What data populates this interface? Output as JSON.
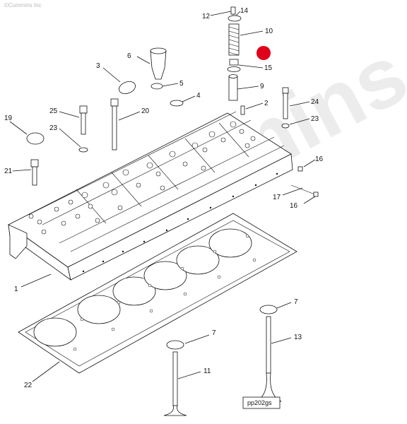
{
  "watermark": "©Cummins Inc",
  "big_watermark": "Cummins",
  "figure_code": "pp202gs",
  "accent_dot": "#e0001b",
  "callouts": {
    "c1": "1",
    "c2": "2",
    "c3": "3",
    "c4": "4",
    "c5": "5",
    "c6": "6",
    "c7a": "7",
    "c7b": "7",
    "c9": "9",
    "c10": "10",
    "c11": "11",
    "c12": "12",
    "c13": "13",
    "c14": "14",
    "c15": "15",
    "c16a": "16",
    "c16b": "16",
    "c17": "17",
    "c19": "19",
    "c20": "20",
    "c21": "21",
    "c22": "22",
    "c23a": "23",
    "c23b": "23",
    "c24": "24",
    "c25": "25"
  }
}
